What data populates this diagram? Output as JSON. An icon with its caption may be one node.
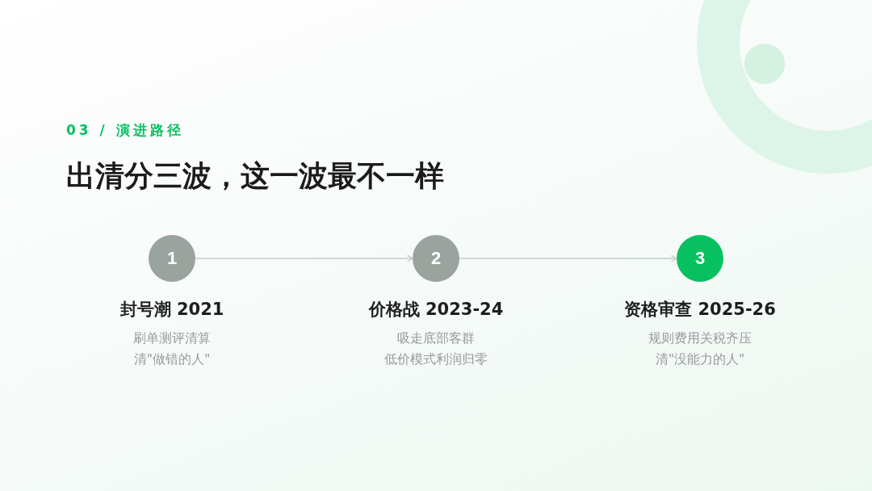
{
  "diagram": {
    "title": "出清分三波，这一波最不一样",
    "nodes": [
      {
        "text": [
          "1",
          "封号潮 2021",
          "刷单测评清算",
          "清\"做错的人\""
        ]
      },
      {
        "text": [
          "2",
          "价格战 2023-24",
          "吸走底部客群",
          "低价模式利润归零"
        ]
      },
      {
        "text": [
          "3",
          "资格审查 2025-26",
          "规则费用关税齐压",
          "清\"没能力的人\""
        ]
      }
    ],
    "edges": [
      {
        "from": 0,
        "to": 1,
        "arrow": "to"
      },
      {
        "from": 1,
        "to": 2,
        "arrow": "to"
      }
    ],
    "labels": [
      "03 / 演进路径"
    ]
  }
}
